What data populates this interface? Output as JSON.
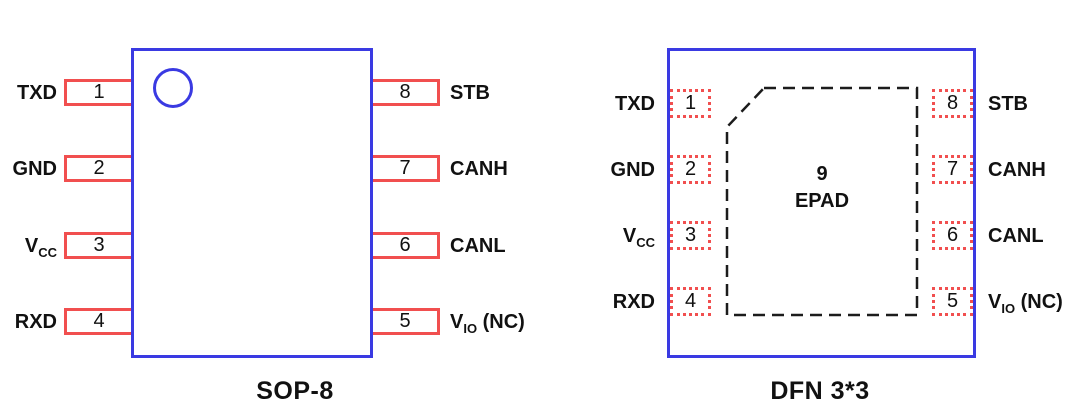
{
  "colors": {
    "package_outline_blue": "#3a3ae2",
    "pin_outline_red": "#f14f4f",
    "text_black": "#111111",
    "epad_outline_black": "#1c1c1c"
  },
  "figures": [
    {
      "id": "sop8",
      "caption": "SOP-8",
      "pin_lead_style": "solid",
      "left_pins": [
        {
          "number": "1",
          "label": {
            "main": "TXD"
          }
        },
        {
          "number": "2",
          "label": {
            "main": "GND"
          }
        },
        {
          "number": "3",
          "label": {
            "main": "V",
            "sub": "CC"
          }
        },
        {
          "number": "4",
          "label": {
            "main": "RXD"
          }
        }
      ],
      "right_pins": [
        {
          "number": "8",
          "label": {
            "main": "STB"
          }
        },
        {
          "number": "7",
          "label": {
            "main": "CANH"
          }
        },
        {
          "number": "6",
          "label": {
            "main": "CANL"
          }
        },
        {
          "number": "5",
          "label": {
            "main": "V",
            "sub": "IO",
            "suffix": " (NC)"
          }
        }
      ]
    },
    {
      "id": "dfn",
      "caption": "DFN 3*3",
      "pin_lead_style": "dotted",
      "epad": {
        "number": "9",
        "label": "EPAD"
      },
      "left_pins": [
        {
          "number": "1",
          "label": {
            "main": "TXD"
          }
        },
        {
          "number": "2",
          "label": {
            "main": "GND"
          }
        },
        {
          "number": "3",
          "label": {
            "main": "V",
            "sub": "CC"
          }
        },
        {
          "number": "4",
          "label": {
            "main": "RXD"
          }
        }
      ],
      "right_pins": [
        {
          "number": "8",
          "label": {
            "main": "STB"
          }
        },
        {
          "number": "7",
          "label": {
            "main": "CANH"
          }
        },
        {
          "number": "6",
          "label": {
            "main": "CANL"
          }
        },
        {
          "number": "5",
          "label": {
            "main": "V",
            "sub": "IO",
            "suffix": " (NC)"
          }
        }
      ]
    }
  ]
}
